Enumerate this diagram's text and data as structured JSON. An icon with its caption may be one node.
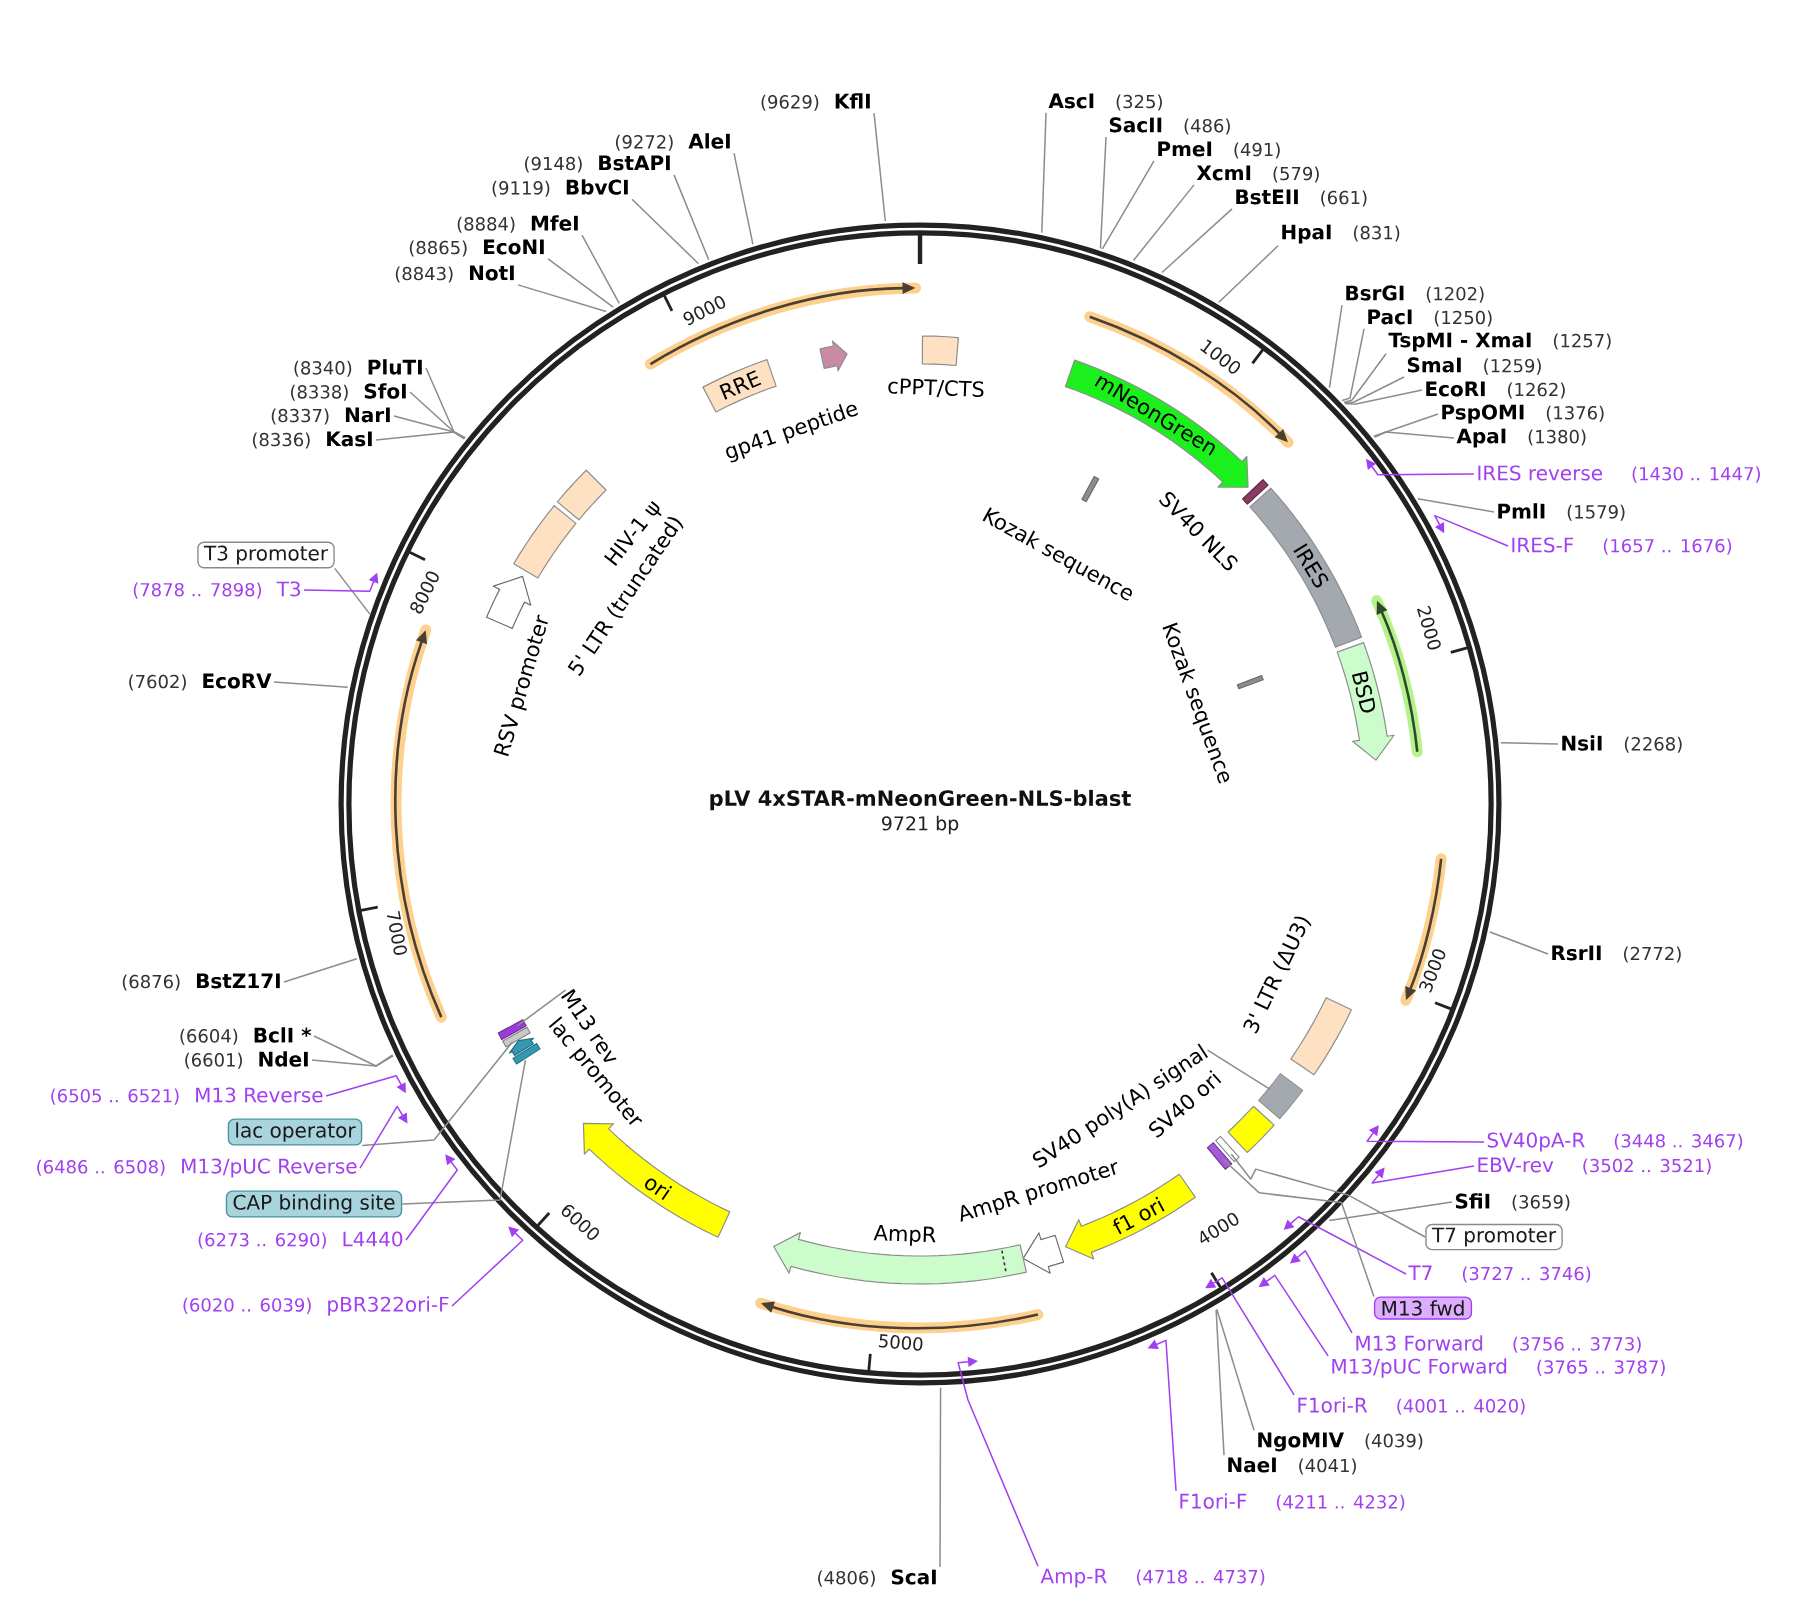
{
  "diagram": {
    "title": "pLV 4xSTAR-mNeonGreen-NLS-blast",
    "nodes": [
      {
        "text": [
          "(9629)",
          "KflI"
        ]
      },
      {
        "text": [
          "AscI",
          "(325)"
        ]
      },
      {
        "text": [
          "SacII",
          "(486)"
        ]
      },
      {
        "text": [
          "(9272)",
          "AleI"
        ]
      },
      {
        "text": [
          "PmeI",
          "(491)"
        ]
      },
      {
        "text": [
          "(9148)",
          "BstAPI"
        ]
      },
      {
        "text": [
          "XcmI",
          "(579)"
        ]
      },
      {
        "text": [
          "(9119)",
          "BbvCI"
        ]
      },
      {
        "text": [
          "BstEII",
          "(661)"
        ]
      },
      {
        "text": [
          "(8884)",
          "MfeI"
        ]
      },
      {
        "text": [
          "HpaI",
          "(831)"
        ]
      },
      {
        "text": [
          "(8865)",
          "EcoNI"
        ]
      },
      {
        "text": [
          "(8843)",
          "NotI"
        ]
      },
      {
        "text": [
          "BsrGI",
          "(1202)"
        ]
      },
      {
        "text": [
          "PacI",
          "(1250)"
        ]
      },
      {
        "text": [
          "TspMI - XmaI",
          "(1257)"
        ]
      },
      {
        "text": [
          "SmaI",
          "(1259)"
        ]
      },
      {
        "text": [
          "(8340)",
          "PluTI"
        ]
      },
      {
        "text": [
          "RRE"
        ]
      },
      {
        "text": [
          "gp41 peptide"
        ]
      },
      {
        "text": [
          "cPPT/CTS"
        ]
      },
      {
        "text": [
          "mNeonGreen"
        ]
      },
      {
        "text": [
          "EcoRI",
          "(1262)"
        ]
      },
      {
        "text": [
          "(8338)",
          "SfoI"
        ]
      },
      {
        "text": [
          "PspOMI",
          "(1376)"
        ]
      },
      {
        "text": [
          "(8337)",
          "NarI"
        ]
      },
      {
        "text": [
          "ApaI",
          "(1380)"
        ]
      },
      {
        "text": [
          "(8336)",
          "KasI"
        ]
      },
      {
        "text": [
          "IRES reverse",
          "(1430 .. 1447)"
        ]
      },
      {
        "text": [
          "SV40 NLS"
        ]
      },
      {
        "text": [
          "HIV-1 ψ"
        ]
      },
      {
        "text": [
          "PmlI",
          "(1579)"
        ]
      },
      {
        "text": [
          "Kozak sequence"
        ]
      },
      {
        "text": [
          "IRES"
        ]
      },
      {
        "text": [
          "IRES-F",
          "(1657 .. 1676)"
        ]
      },
      {
        "text": [
          "T3 promoter"
        ]
      },
      {
        "text": [
          "5' LTR (truncated)"
        ]
      },
      {
        "text": [
          "(7878 .. 7898)",
          "T3"
        ]
      },
      {
        "text": [
          "RSV promoter"
        ]
      },
      {
        "text": [
          "BSD"
        ]
      },
      {
        "text": [
          "(7602)",
          "EcoRV"
        ]
      },
      {
        "text": [
          "Kozak sequence"
        ]
      },
      {
        "text": [
          "NsiI",
          "(2268)"
        ]
      },
      {
        "text": [
          "RsrII",
          "(2772)"
        ]
      },
      {
        "text": [
          "3' LTR (ΔU3)"
        ]
      },
      {
        "text": [
          "(6876)",
          "BstZ17I"
        ]
      },
      {
        "text": [
          "M13 rev"
        ]
      },
      {
        "text": [
          "lac promoter"
        ]
      },
      {
        "text": [
          "(6604)",
          "BclI *"
        ]
      },
      {
        "text": [
          "SV40 poly(A) signal"
        ]
      },
      {
        "text": [
          "(6601)",
          "NdeI"
        ]
      },
      {
        "text": [
          "(6505 .. 6521)",
          "M13 Reverse"
        ]
      },
      {
        "text": [
          "lac operator"
        ]
      },
      {
        "text": [],
        "shape": "bar"
      },
      {
        "text": [
          "SV40 ori"
        ]
      },
      {
        "text": [
          "SV40pA-R",
          "(3448 .. 3467)"
        ]
      },
      {
        "text": [
          "ori"
        ]
      },
      {
        "text": [],
        "shape": "bar"
      },
      {
        "text": [
          "EBV-rev",
          "(3502 .. 3521)"
        ]
      },
      {
        "text": [
          "(6486 .. 6508)",
          "M13/pUC Reverse"
        ]
      },
      {
        "text": [
          "CAP binding site"
        ]
      },
      {
        "text": [],
        "shape": "bar"
      },
      {
        "text": [
          "SfiI",
          "(3659)"
        ]
      },
      {
        "text": [
          "f1 ori"
        ]
      },
      {
        "text": [
          "AmpR promoter"
        ]
      },
      {
        "text": [
          "AmpR"
        ]
      },
      {
        "text": [
          "T7 promoter"
        ]
      },
      {
        "text": [
          "(6273 .. 6290)",
          "L4440"
        ]
      },
      {
        "text": [
          "T7",
          "(3727 .. 3746)"
        ]
      },
      {
        "text": [
          "M13 fwd"
        ]
      },
      {
        "text": [
          "(6020 .. 6039)",
          "pBR322ori-F"
        ]
      },
      {
        "text": [
          "M13 Forward",
          "(3756 .. 3773)"
        ]
      },
      {
        "text": [
          "M13/pUC Forward",
          "(3765 .. 3787)"
        ]
      },
      {
        "text": [
          "F1ori-R",
          "(4001 .. 4020)"
        ]
      },
      {
        "text": [
          "NgoMIV",
          "(4039)"
        ]
      },
      {
        "text": [
          "NaeI",
          "(4041)"
        ]
      },
      {
        "text": [
          "F1ori-F",
          "(4211 .. 4232)"
        ]
      },
      {
        "text": [
          "(4806)",
          "ScaI"
        ]
      },
      {
        "text": [
          "Amp-R",
          "(4718 .. 4737)"
        ]
      },
      {
        "text": [],
        "shape": "box"
      },
      {
        "text": [],
        "shape": "bar"
      },
      {
        "text": [],
        "shape": "bar"
      }
    ],
    "edges": [
      {
        "from": 0,
        "to": null,
        "arrow": "none"
      },
      {
        "from": 1,
        "to": null,
        "arrow": "none"
      },
      {
        "from": 2,
        "to": null,
        "arrow": "none"
      },
      {
        "from": 3,
        "to": null,
        "arrow": "none"
      },
      {
        "from": 4,
        "to": null,
        "arrow": "none"
      },
      {
        "from": 5,
        "to": null,
        "arrow": "none"
      },
      {
        "from": 6,
        "to": null,
        "arrow": "none"
      },
      {
        "from": 7,
        "to": null,
        "arrow": "none"
      },
      {
        "from": 8,
        "to": null,
        "arrow": "none"
      },
      {
        "from": 9,
        "to": null,
        "arrow": "none"
      },
      {
        "from": 10,
        "to": null,
        "arrow": "none"
      },
      {
        "from": 11,
        "to": null,
        "arrow": "none"
      },
      {
        "from": 12,
        "to": null,
        "arrow": "none"
      },
      {
        "from": 13,
        "to": null,
        "arrow": "none"
      },
      {
        "from": 14,
        "to": null,
        "arrow": "none"
      },
      {
        "from": 15,
        "to": null,
        "arrow": "none"
      },
      {
        "from": 16,
        "to": null,
        "arrow": "none"
      },
      {
        "from": 17,
        "to": null,
        "arrow": "none"
      },
      {
        "from": 22,
        "to": null,
        "arrow": "none"
      },
      {
        "from": 23,
        "to": null,
        "arrow": "none"
      },
      {
        "from": 24,
        "to": null,
        "arrow": "none"
      },
      {
        "from": 25,
        "to": null,
        "arrow": "none"
      },
      {
        "from": 26,
        "to": null,
        "arrow": "none"
      },
      {
        "from": 27,
        "to": null,
        "arrow": "none"
      },
      {
        "from": 28,
        "to": null,
        "arrow": "to",
        "color": "#a040f0"
      },
      {
        "from": 31,
        "to": null,
        "arrow": "none"
      },
      {
        "from": 34,
        "to": null,
        "arrow": "to",
        "color": "#a040f0"
      },
      {
        "from": 35,
        "to": null,
        "arrow": "none"
      },
      {
        "from": 37,
        "to": null,
        "arrow": "to",
        "color": "#a040f0"
      },
      {
        "from": 40,
        "to": null,
        "arrow": "none"
      },
      {
        "from": 42,
        "to": null,
        "arrow": "none"
      },
      {
        "from": 43,
        "to": null,
        "arrow": "none"
      },
      {
        "from": 45,
        "to": null,
        "arrow": "none"
      },
      {
        "from": 48,
        "to": null,
        "arrow": "none"
      },
      {
        "from": 50,
        "to": null,
        "arrow": "none"
      },
      {
        "from": 51,
        "to": null,
        "arrow": "to",
        "color": "#a040f0"
      },
      {
        "from": 52,
        "to": 53,
        "arrow": "none"
      },
      {
        "from": 55,
        "to": null,
        "arrow": "to",
        "color": "#a040f0"
      },
      {
        "from": 58,
        "to": null,
        "arrow": "to",
        "color": "#a040f0"
      },
      {
        "from": 59,
        "to": null,
        "arrow": "to",
        "color": "#a040f0"
      },
      {
        "from": 60,
        "to": 61,
        "arrow": "none"
      },
      {
        "from": 62,
        "to": null,
        "arrow": "none"
      },
      {
        "from": 66,
        "to": 81,
        "arrow": "none"
      },
      {
        "from": 67,
        "to": null,
        "arrow": "to",
        "color": "#a040f0"
      },
      {
        "from": 68,
        "to": null,
        "arrow": "to",
        "color": "#a040f0"
      },
      {
        "from": 69,
        "to": 57,
        "arrow": "none"
      },
      {
        "from": 70,
        "to": null,
        "arrow": "to",
        "color": "#a040f0"
      },
      {
        "from": 71,
        "to": null,
        "arrow": "to",
        "color": "#a040f0"
      },
      {
        "from": 72,
        "to": null,
        "arrow": "to",
        "color": "#a040f0"
      },
      {
        "from": 73,
        "to": null,
        "arrow": "to",
        "color": "#a040f0"
      },
      {
        "from": 74,
        "to": null,
        "arrow": "none"
      },
      {
        "from": 75,
        "to": null,
        "arrow": "none"
      },
      {
        "from": 76,
        "to": null,
        "arrow": "to",
        "color": "#a040f0"
      },
      {
        "from": 77,
        "to": null,
        "arrow": "none"
      },
      {
        "from": 78,
        "to": null,
        "arrow": "to",
        "color": "#a040f0"
      },
      {
        "from": 49,
        "to": 79,
        "arrow": "none"
      },
      {
        "from": 46,
        "to": 80,
        "arrow": "none"
      }
    ],
    "labels": [
      "9721 bp",
      "1000",
      "2000",
      "3000",
      "4000",
      "5000",
      "6000",
      "7000",
      "8000",
      "9000"
    ]
  }
}
